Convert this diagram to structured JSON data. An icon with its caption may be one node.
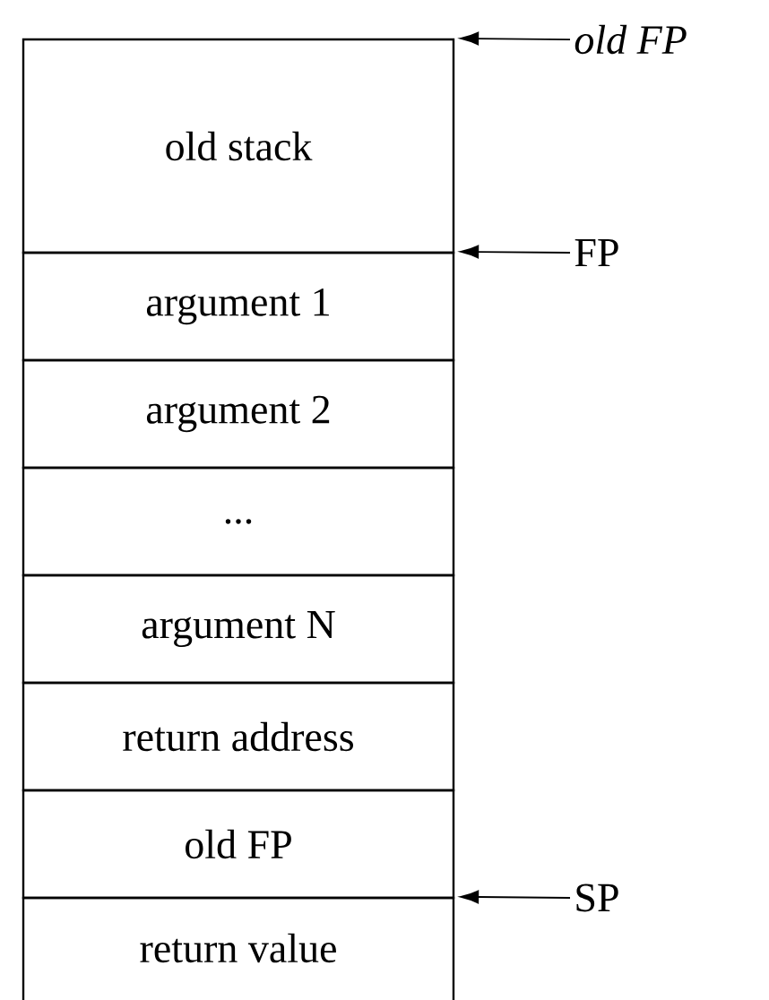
{
  "diagram": {
    "nodes": [
      {
        "text": [
          "old stack"
        ]
      },
      {
        "text": [
          "argument 1"
        ]
      },
      {
        "text": [
          "argument 2"
        ]
      },
      {
        "text": [
          "..."
        ]
      },
      {
        "text": [
          "argument N"
        ]
      },
      {
        "text": [
          "return address"
        ]
      },
      {
        "text": [
          "old FP"
        ]
      },
      {
        "text": [
          "return value"
        ]
      },
      {
        "text": [
          "old FP"
        ]
      },
      {
        "text": [
          "FP"
        ]
      },
      {
        "text": [
          "SP"
        ]
      }
    ],
    "edges": [
      {
        "from": 8,
        "to": 0,
        "arrow": "to"
      },
      {
        "from": 9,
        "to": 1,
        "arrow": "to"
      },
      {
        "from": 10,
        "to": 7,
        "arrow": "to"
      }
    ]
  }
}
